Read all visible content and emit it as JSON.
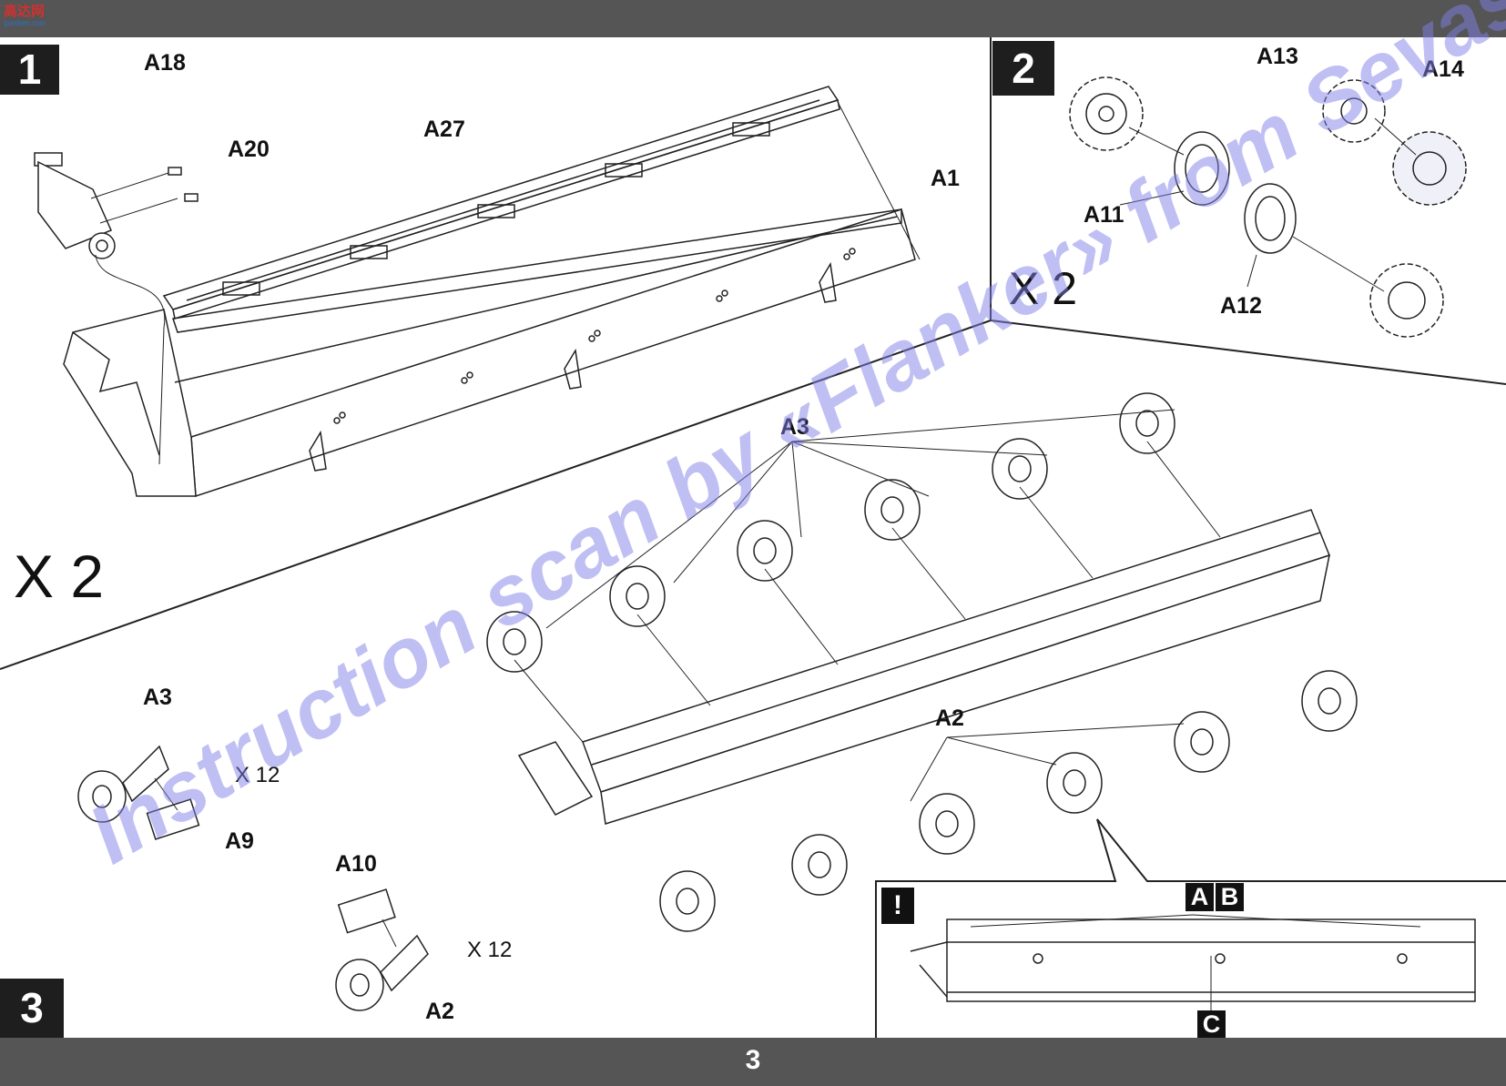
{
  "header": {
    "logo_text": "高达网",
    "logo_url_text": "gundam.com"
  },
  "steps": [
    {
      "number": "1",
      "multiplier": "X 2",
      "parts": [
        "A18",
        "A20",
        "A27",
        "A1"
      ]
    },
    {
      "number": "2",
      "multiplier": "X 2",
      "parts": [
        "A13",
        "A14",
        "A11",
        "A12"
      ]
    },
    {
      "number": "3",
      "multiplier_a": "X 12",
      "multiplier_b": "X 12",
      "parts": [
        "A3",
        "A9",
        "A10",
        "A2",
        "A3",
        "A2"
      ]
    }
  ],
  "detail": {
    "marker": "!",
    "label_a": "A",
    "label_b": "B",
    "label_c": "C"
  },
  "watermark": "Instruction scan by «Flanker» from Sevastopol, Russia",
  "footer": {
    "page_number": "3"
  },
  "colors": {
    "bars": "#555555",
    "step_box": "#1e1e1e",
    "watermark": "#8080e8"
  }
}
